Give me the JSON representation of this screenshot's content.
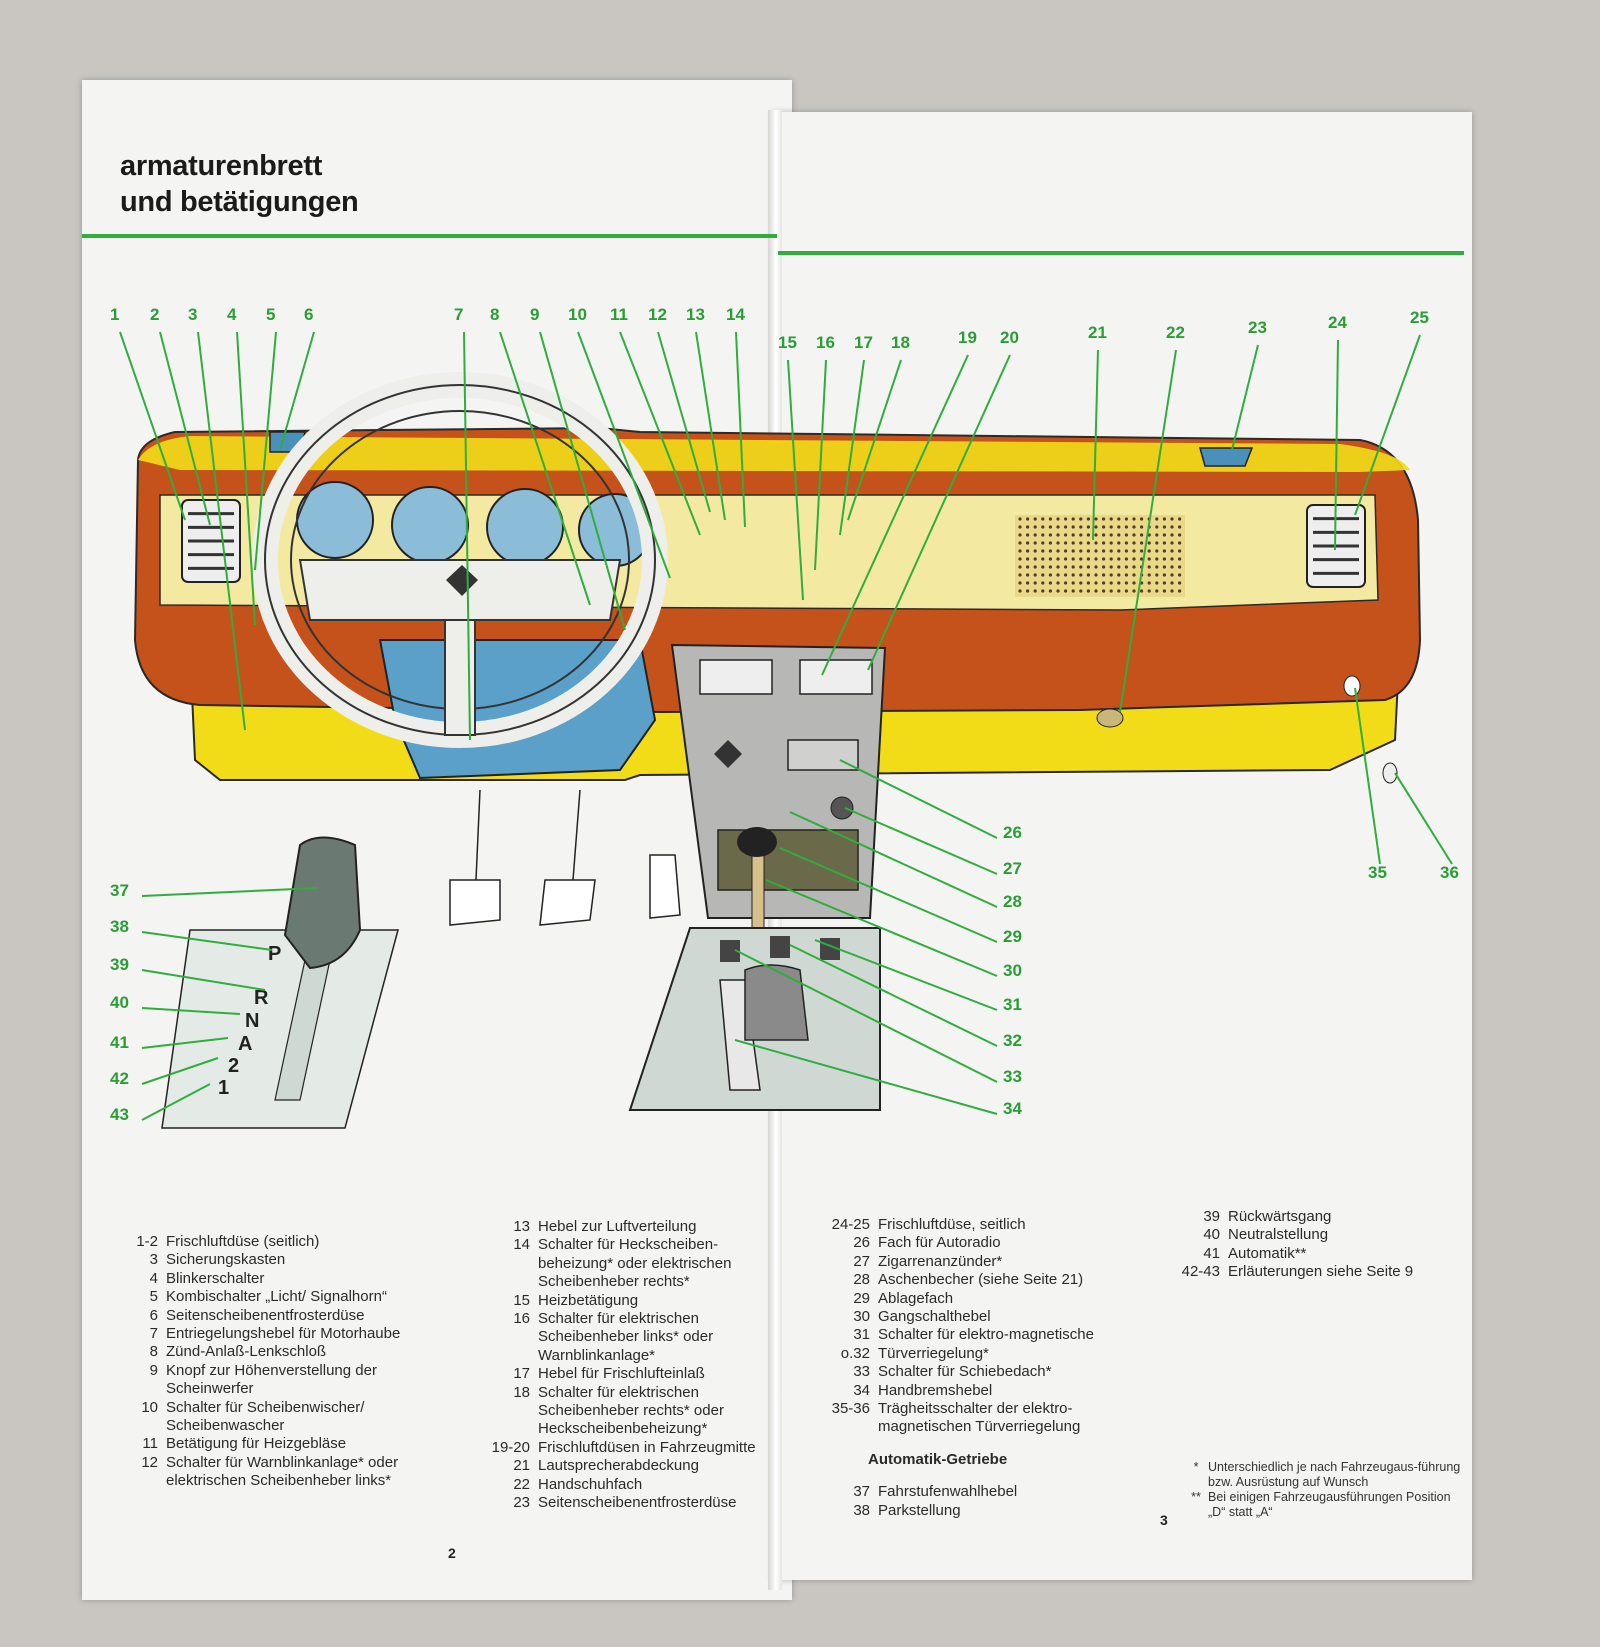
{
  "heading": {
    "line1": "armaturenbrett",
    "line2": "und betätigungen"
  },
  "callouts": [
    "1",
    "2",
    "3",
    "4",
    "5",
    "6",
    "7",
    "8",
    "9",
    "10",
    "11",
    "12",
    "13",
    "14",
    "15",
    "16",
    "17",
    "18",
    "19",
    "20",
    "21",
    "22",
    "23",
    "24",
    "25",
    "26",
    "27",
    "28",
    "29",
    "30",
    "31",
    "32",
    "33",
    "34",
    "35",
    "36",
    "37",
    "38",
    "39",
    "40",
    "41",
    "42",
    "43"
  ],
  "gear_positions": [
    "P",
    "R",
    "N",
    "A",
    "2",
    "1"
  ],
  "legend_col1": [
    {
      "n": "1-2",
      "t": "Frischluftdüse (seitlich)"
    },
    {
      "n": "3",
      "t": "Sicherungskasten"
    },
    {
      "n": "4",
      "t": "Blinkerschalter"
    },
    {
      "n": "5",
      "t": "Kombischalter „Licht/ Signalhorn“"
    },
    {
      "n": "6",
      "t": "Seitenscheibenentfrosterdüse"
    },
    {
      "n": "7",
      "t": "Entriegelungshebel für Motorhaube"
    },
    {
      "n": "8",
      "t": "Zünd-Anlaß-Lenkschloß"
    },
    {
      "n": "9",
      "t": "Knopf zur Höhenverstellung der Scheinwerfer"
    },
    {
      "n": "10",
      "t": "Schalter für Scheibenwischer/ Scheibenwascher"
    },
    {
      "n": "11",
      "t": "Betätigung für Heizgebläse"
    },
    {
      "n": "12",
      "t": "Schalter für Warnblinkanlage* oder elektrischen Scheibenheber links*"
    }
  ],
  "legend_col2": [
    {
      "n": "13",
      "t": "Hebel zur Luftverteilung"
    },
    {
      "n": "14",
      "t": "Schalter für Heckscheiben-beheizung* oder elektrischen Scheibenheber rechts*"
    },
    {
      "n": "15",
      "t": "Heizbetätigung"
    },
    {
      "n": "16",
      "t": "Schalter für elektrischen Scheibenheber links* oder Warnblinkanlage*"
    },
    {
      "n": "17",
      "t": "Hebel für Frischlufteinlaß"
    },
    {
      "n": "18",
      "t": "Schalter für elektrischen Scheibenheber rechts* oder Heckscheibenbeheizung*"
    },
    {
      "n": "19-20",
      "t": "Frischluftdüsen in Fahrzeugmitte"
    },
    {
      "n": "21",
      "t": "Lautsprecherabdeckung"
    },
    {
      "n": "22",
      "t": "Handschuhfach"
    },
    {
      "n": "23",
      "t": "Seitenscheibenentfrosterdüse"
    }
  ],
  "legend_col3": [
    {
      "n": "24-25",
      "t": "Frischluftdüse, seitlich"
    },
    {
      "n": "26",
      "t": "Fach für Autoradio"
    },
    {
      "n": "27",
      "t": "Zigarrenanzünder*"
    },
    {
      "n": "28",
      "t": "Aschenbecher (siehe Seite 21)"
    },
    {
      "n": "29",
      "t": "Ablagefach"
    },
    {
      "n": "30",
      "t": "Gangschalthebel"
    },
    {
      "n": "31 o.32",
      "t": "Schalter für elektro-magnetische Türverriegelung*"
    },
    {
      "n": "33",
      "t": "Schalter für Schiebedach*"
    },
    {
      "n": "34",
      "t": "Handbremshebel"
    },
    {
      "n": "35-36",
      "t": "Trägheitsschalter der elektro-magnetischen Türverriegelung"
    }
  ],
  "automatik_heading": "Automatik-Getriebe",
  "legend_col3b": [
    {
      "n": "37",
      "t": "Fahrstufenwahlhebel"
    },
    {
      "n": "38",
      "t": "Parkstellung"
    }
  ],
  "legend_col4": [
    {
      "n": "39",
      "t": "Rückwärtsgang"
    },
    {
      "n": "40",
      "t": "Neutralstellung"
    },
    {
      "n": "41",
      "t": "Automatik**"
    },
    {
      "n": "42-43",
      "t": "Erläuterungen siehe Seite 9"
    }
  ],
  "footnotes": [
    {
      "m": "*",
      "t": "Unterschiedlich je nach Fahrzeugaus-führung bzw. Ausrüstung auf Wunsch"
    },
    {
      "m": "**",
      "t": "Bei einigen Fahrzeugausführungen Position „D“ statt „A“"
    }
  ],
  "page_numbers": {
    "left": "2",
    "right": "3"
  },
  "colors": {
    "accent_green": "#2fae3d",
    "dash_orange": "#c4521a",
    "dash_yellow": "#f2dc18",
    "console_grey": "#9a9a9a"
  }
}
